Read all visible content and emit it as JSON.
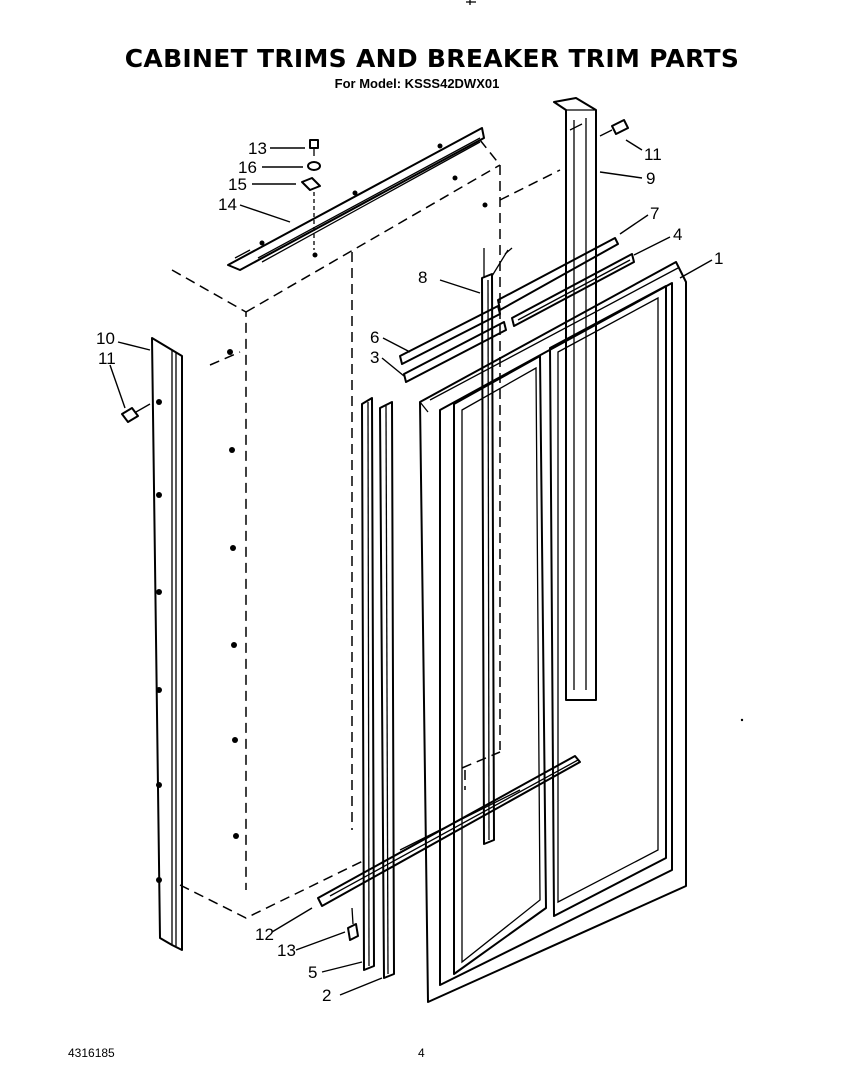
{
  "header": {
    "title": "CABINET TRIMS AND BREAKER TRIM PARTS",
    "subtitle": "For Model: KSSS42DWX01"
  },
  "footer": {
    "doc_number": "4316185",
    "page_number": "4"
  },
  "callouts": {
    "c1": "1",
    "c2": "2",
    "c3": "3",
    "c4": "4",
    "c5": "5",
    "c6": "6",
    "c7": "7",
    "c8": "8",
    "c9": "9",
    "c10": "10",
    "c11_left": "11",
    "c11_right": "11",
    "c12": "12",
    "c13_top": "13",
    "c13_bottom": "13",
    "c14": "14",
    "c15": "15",
    "c16": "16"
  }
}
